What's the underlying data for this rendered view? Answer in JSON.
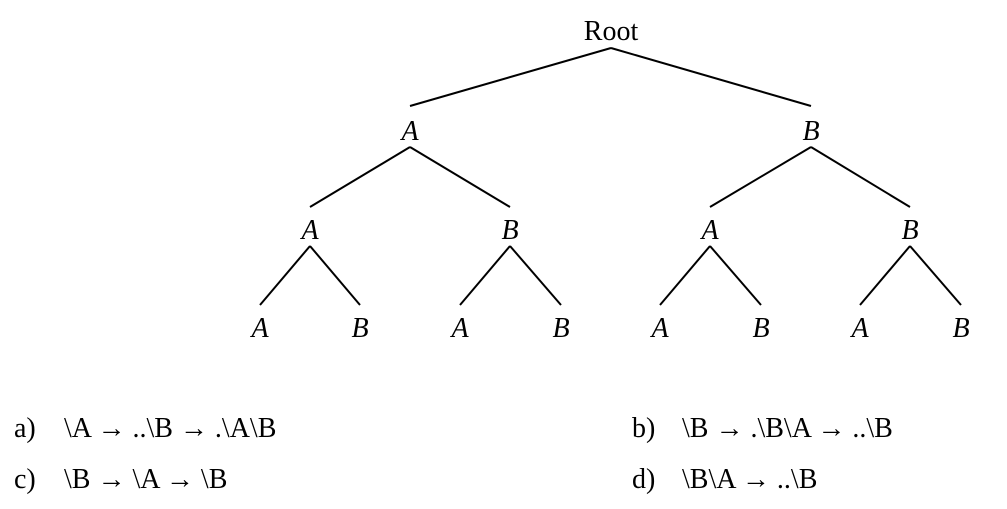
{
  "tree": {
    "root": "Root",
    "level1": [
      "A",
      "B"
    ],
    "level2": [
      "A",
      "B",
      "A",
      "B"
    ],
    "level3": [
      "A",
      "B",
      "A",
      "B",
      "A",
      "B",
      "A",
      "B"
    ]
  },
  "options": [
    {
      "letter": "a)",
      "expr": "\\A → ..\\B → .\\A\\B"
    },
    {
      "letter": "b)",
      "expr": "\\B → .\\B\\A → ..\\B"
    },
    {
      "letter": "c)",
      "expr": "\\B → \\A → \\B"
    },
    {
      "letter": "d)",
      "expr": "\\B\\A → ..\\B"
    }
  ]
}
